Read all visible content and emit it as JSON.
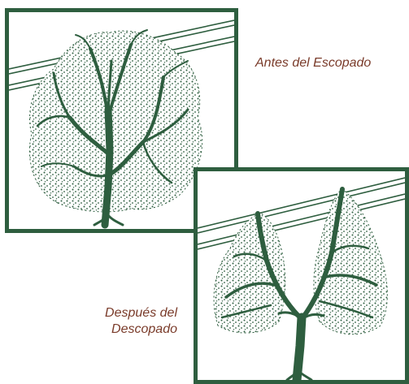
{
  "colors": {
    "frame": "#2e5e3f",
    "tree": "#2e5e3f",
    "caption": "#7a3b2a",
    "background": "#ffffff"
  },
  "labels": {
    "before": "Antes del Escopado",
    "after_line1": "Después del",
    "after_line2": "Descopado"
  },
  "icons": {
    "before": "full-tree-icon",
    "after": "v-pruned-tree-icon",
    "wires": "power-lines-icon"
  }
}
